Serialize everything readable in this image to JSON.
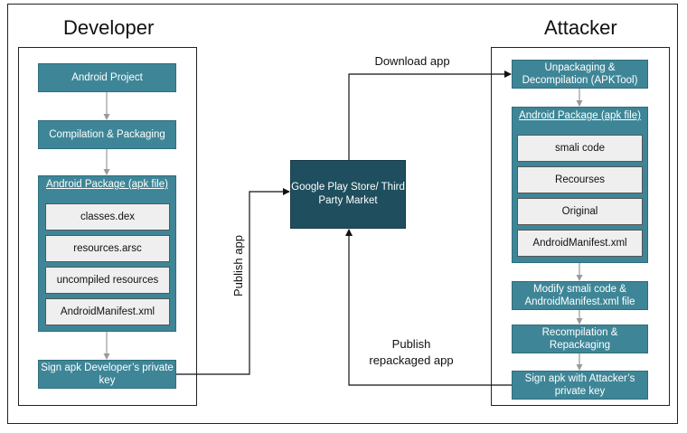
{
  "developer": {
    "title": "Developer",
    "android_project": "Android Project",
    "compilation": "Compilation & Packaging",
    "package_title": "Android Package (apk file)",
    "package_items": [
      "classes.dex",
      "resources.arsc",
      "uncompiled resources",
      "AndroidManifest.xml"
    ],
    "sign": "Sign apk Developer’s private key"
  },
  "attacker": {
    "title": "Attacker",
    "unpackaging": "Unpackaging & Decompilation (APKTool)",
    "package_title": "Android Package (apk file)",
    "package_items": [
      "smali code",
      "Recourses",
      "Original",
      "AndroidManifest.xml"
    ],
    "modify": "Modify smali code & AndroidManifest.xml file",
    "recompilation": "Recompilation & Repackaging",
    "sign": "Sign apk with Attacker’s private key"
  },
  "store": "Google Play Store/ Third Party Market",
  "edges": {
    "publish_app": "Publish app",
    "download_app": "Download app",
    "publish_repackaged_line1": "Publish",
    "publish_repackaged_line2": "repackaged app"
  },
  "colors": {
    "box": "#3e8697",
    "store": "#1f4f5e",
    "item": "#efefef"
  }
}
